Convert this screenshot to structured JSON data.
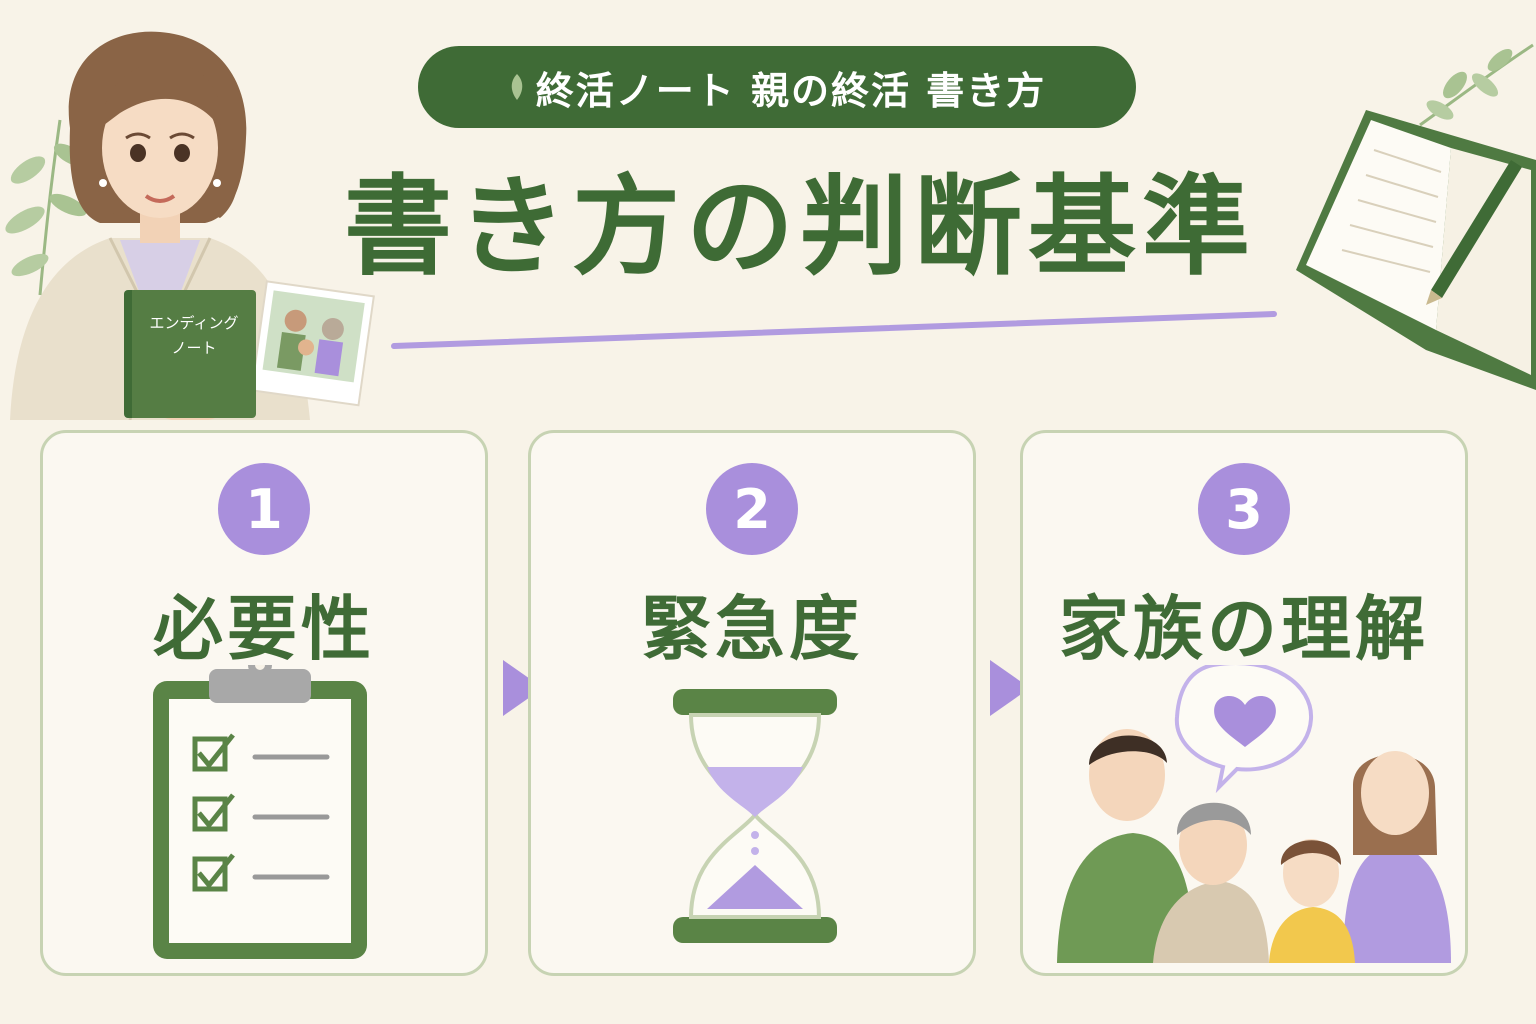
{
  "header": {
    "tag_label": "終活ノート 親の終活 書き方",
    "title": "書き方の判断基準"
  },
  "illustration": {
    "book_title_line1": "エンディング",
    "book_title_line2": "ノート"
  },
  "criteria": [
    {
      "number": "1",
      "label": "必要性",
      "icon": "clipboard-checklist-icon"
    },
    {
      "number": "2",
      "label": "緊急度",
      "icon": "hourglass-icon"
    },
    {
      "number": "3",
      "label": "家族の理解",
      "icon": "family-heart-icon"
    }
  ],
  "colors": {
    "background": "#f8f3e8",
    "brand_green": "#3f6b36",
    "accent_purple": "#a98fdc",
    "card_border": "#c7d3b3"
  }
}
